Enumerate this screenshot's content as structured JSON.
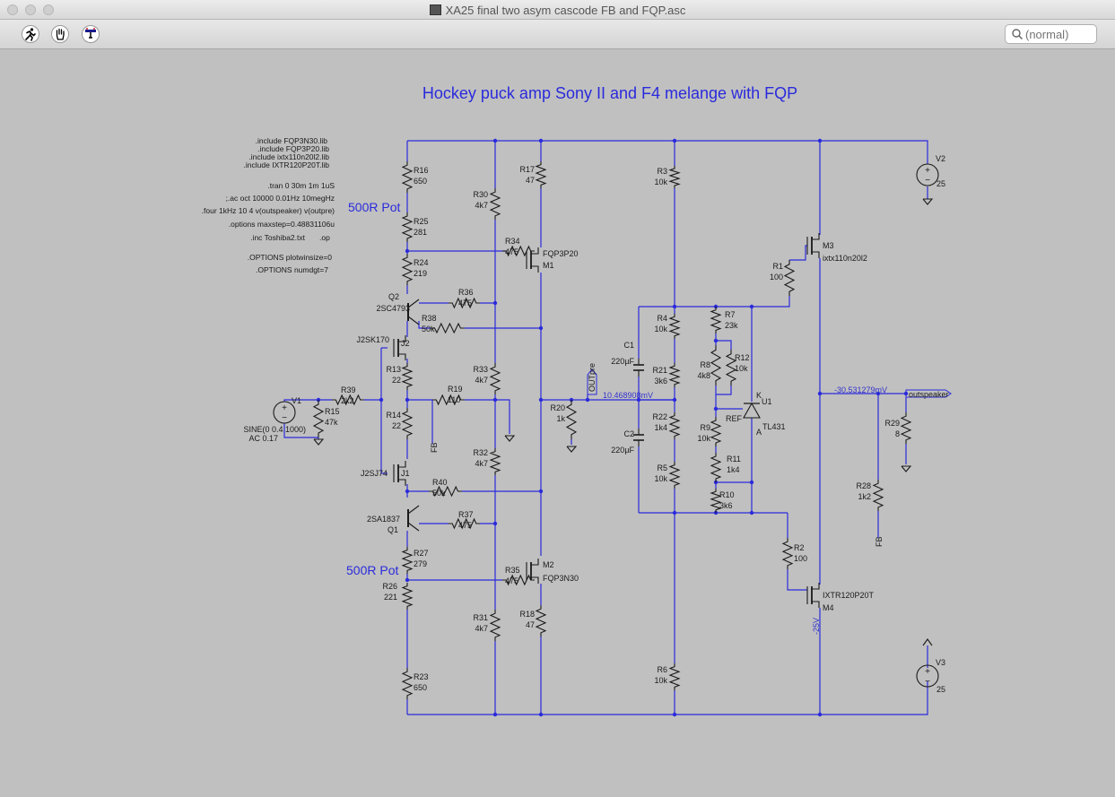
{
  "window": {
    "title": "XA25 final two asym cascode FB and FQP.asc"
  },
  "toolbar": {
    "tools": [
      "run-icon",
      "pan-hand-icon",
      "probe-icon"
    ],
    "search_placeholder": "(normal)"
  },
  "schematic": {
    "title": "Hockey puck amp Sony II and F4 melange with FQP",
    "pot_label_top": "500R Pot",
    "pot_label_bottom": "500R Pot",
    "directives": [
      ".include FQP3N30.lib",
      ".include FQP3P20.lib",
      ".include ixtx110n20l2.lib",
      ".include IXTR120P20T.lib",
      ".tran 0 30m 1m 1uS",
      ";.ac oct 10000 0.01Hz 10megHz",
      ".four 1kHz 10 4 v(outspeaker) v(outpre)",
      ".options maxstep=0.48831106u",
      ".inc Toshiba2.txt",
      ".op",
      ".OPTIONS plotwinsize=0",
      ".OPTIONS numdgt=7"
    ],
    "components": [
      {
        "ref": "R16",
        "value": "650"
      },
      {
        "ref": "R25",
        "value": "281"
      },
      {
        "ref": "R24",
        "value": "219"
      },
      {
        "ref": "R36",
        "value": "475"
      },
      {
        "ref": "R38",
        "value": "50k"
      },
      {
        "ref": "R13",
        "value": "22"
      },
      {
        "ref": "R14",
        "value": "22"
      },
      {
        "ref": "R39",
        "value": "2k2"
      },
      {
        "ref": "R15",
        "value": "47k"
      },
      {
        "ref": "R19",
        "value": "110"
      },
      {
        "ref": "R40",
        "value": "50k"
      },
      {
        "ref": "R37",
        "value": "475"
      },
      {
        "ref": "R27",
        "value": "279"
      },
      {
        "ref": "R26",
        "value": "221"
      },
      {
        "ref": "R23",
        "value": "650"
      },
      {
        "ref": "R30",
        "value": "4k7"
      },
      {
        "ref": "R33",
        "value": "4k7"
      },
      {
        "ref": "R32",
        "value": "4k7"
      },
      {
        "ref": "R31",
        "value": "4k7"
      },
      {
        "ref": "R34",
        "value": "475"
      },
      {
        "ref": "R35",
        "value": "475"
      },
      {
        "ref": "R17",
        "value": "47"
      },
      {
        "ref": "R18",
        "value": "47"
      },
      {
        "ref": "R20",
        "value": "1k"
      },
      {
        "ref": "R3",
        "value": "10k"
      },
      {
        "ref": "R4",
        "value": "10k"
      },
      {
        "ref": "R21",
        "value": "3k6"
      },
      {
        "ref": "R22",
        "value": "1k4"
      },
      {
        "ref": "R5",
        "value": "10k"
      },
      {
        "ref": "R6",
        "value": "10k"
      },
      {
        "ref": "R7",
        "value": "23k"
      },
      {
        "ref": "R8",
        "value": "4k8"
      },
      {
        "ref": "R12",
        "value": "10k"
      },
      {
        "ref": "R9",
        "value": "10k"
      },
      {
        "ref": "R11",
        "value": "1k4"
      },
      {
        "ref": "R10",
        "value": "3k6"
      },
      {
        "ref": "R1",
        "value": "100"
      },
      {
        "ref": "R2",
        "value": "100"
      },
      {
        "ref": "R29",
        "value": "8"
      },
      {
        "ref": "R28",
        "value": "1k2"
      },
      {
        "ref": "C1",
        "value": "220µF"
      },
      {
        "ref": "C2",
        "value": "220µF"
      },
      {
        "ref": "Q2",
        "value": "2SC4793"
      },
      {
        "ref": "Q1",
        "value": "2SA1837"
      },
      {
        "ref": "J2",
        "value": "J2SK170"
      },
      {
        "ref": "J1",
        "value": "J2SJ74"
      },
      {
        "ref": "M1",
        "value": "FQP3P20"
      },
      {
        "ref": "M2",
        "value": "FQP3N30"
      },
      {
        "ref": "M3",
        "value": "ixtx110n20l2"
      },
      {
        "ref": "M4",
        "value": "IXTR120P20T"
      },
      {
        "ref": "U1",
        "value": "TL431"
      },
      {
        "ref": "V1",
        "value": "SINE(0 0.4 1000)"
      },
      {
        "ref": "V2",
        "value": "25"
      },
      {
        "ref": "V3",
        "value": "25"
      }
    ],
    "v1_ac": "AC 0.17",
    "u1_pins": {
      "k": "K",
      "a": "A",
      "ref": "REF"
    },
    "net_labels": {
      "outpre": "OUTpre",
      "outspeaker": "outspeaker",
      "fb1": "FB",
      "fb2": "FB",
      "neg25": "-25V"
    },
    "voltages": {
      "outpre": "10.468908mV",
      "outspeaker": "-30.531279mV"
    }
  },
  "colors": {
    "wire": "#2a2adc",
    "component": "#1a1a1a",
    "annotation": "#3333cc",
    "background": "#c0c0c0"
  }
}
